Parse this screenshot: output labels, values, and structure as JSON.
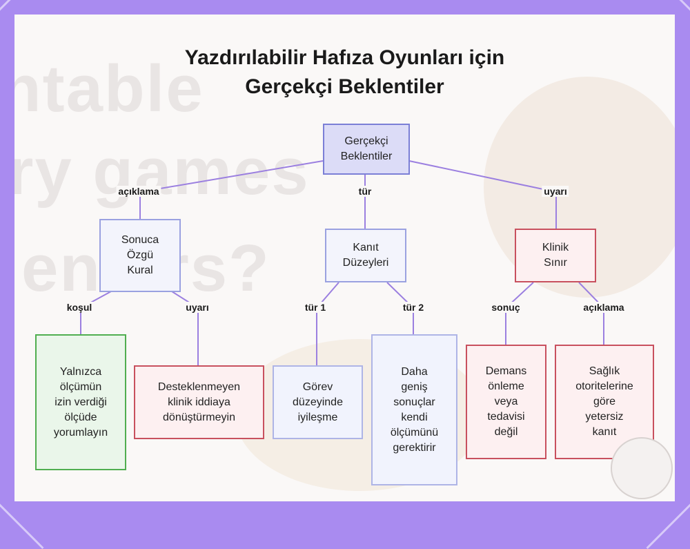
{
  "title": {
    "line1": "Yazdırılabilir Hafıza Oyunları için",
    "line2": "Gerçekçi Beklentiler"
  },
  "nodes": {
    "root": "Gerçekçi\nBeklentiler",
    "rule": "Sonuca\nÖzgü\nKural",
    "evidence": "Kanıt\nDüzeyleri",
    "clinical": "Klinik\nSınır",
    "interpret": "Yalnızca\nölçümün\nizin verdiği\nölçüde\nyorumlayın",
    "no_claim": "Desteklenmeyen\nklinik iddiaya\ndönüştürmeyin",
    "task_level": "Görev\ndüzeyinde\niyileşme",
    "broader": "Daha\ngeniş\nsonuçlar\nkendi\nölçümünü\ngerektirir",
    "dementia": "Demans\nönleme\nveya\ntedavisi\ndeğil",
    "insufficient": "Sağlık\notoritelerine\ngöre\nyetersiz\nkanıt"
  },
  "edges": {
    "root_rule": "açıklama",
    "root_evidence": "tür",
    "root_clinical": "uyarı",
    "rule_interpret": "koşul",
    "rule_no_claim": "uyarı",
    "evidence_task": "tür 1",
    "evidence_broader": "tür 2",
    "clinical_dementia": "sonuç",
    "clinical_insufficient": "açıklama"
  },
  "colors": {
    "frame": "#a98bf0",
    "wire": "#9b7fe0",
    "root_fill": "#dcdcf7",
    "blue_border": "#9aa1e0",
    "red_border": "#c8505e",
    "green_border": "#4fae4f"
  }
}
